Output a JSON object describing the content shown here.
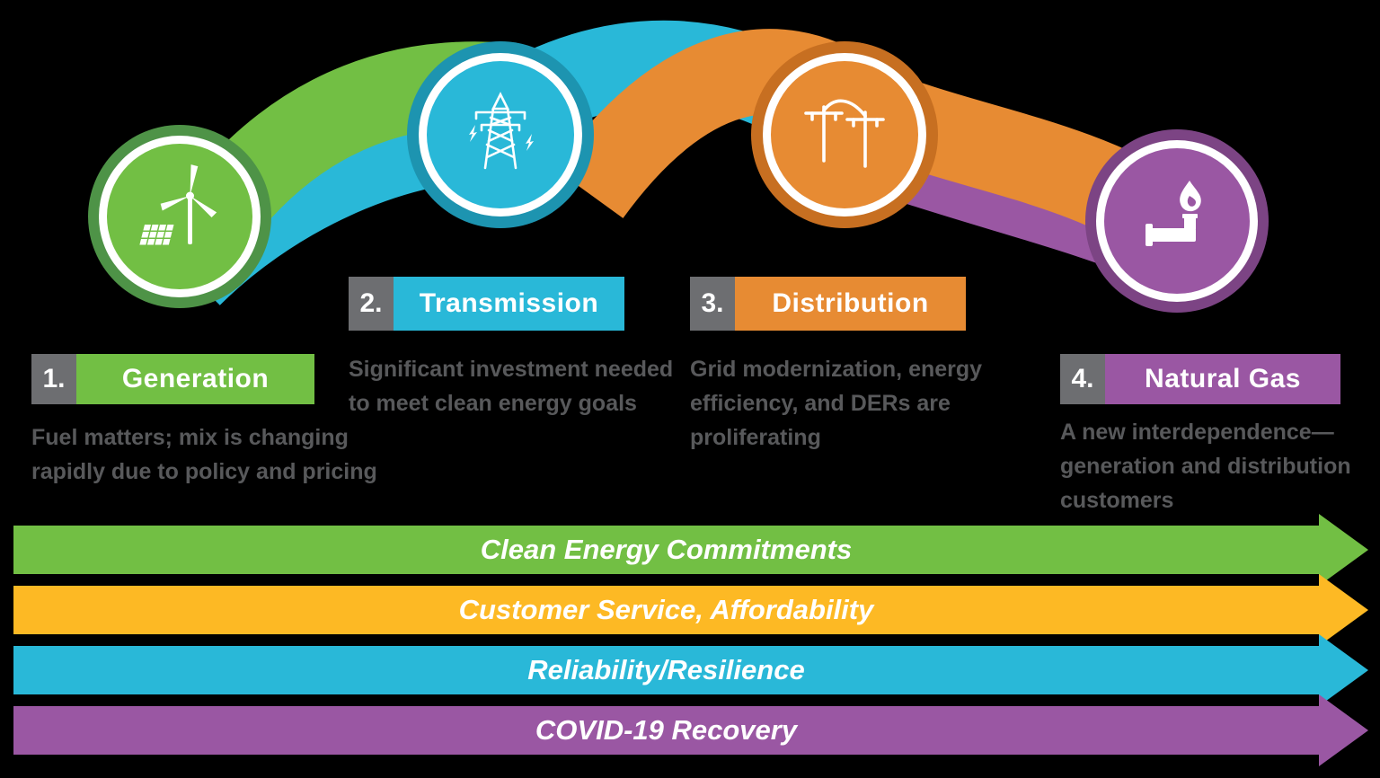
{
  "background": "#000000",
  "colors": {
    "green": "#72BF44",
    "cyan": "#29B8D8",
    "orange": "#E78B33",
    "purple": "#9A57A3",
    "yellow": "#FDB924",
    "number_badge_gray": "#6D6E71",
    "description_text": "#58595B",
    "label_text": "#FFFFFF"
  },
  "steps": [
    {
      "number": "1.",
      "title": "Generation",
      "description": "Fuel matters; mix is changing\nrapidly due to policy and pricing",
      "icon": "wind-turbine-solar-icon",
      "color": "#72BF44"
    },
    {
      "number": "2.",
      "title": "Transmission",
      "description": "Significant investment needed\nto meet clean energy goals",
      "icon": "transmission-tower-icon",
      "color": "#29B8D8"
    },
    {
      "number": "3.",
      "title": "Distribution",
      "description": "Grid modernization, energy\nefficiency, and DERs are\nproliferating",
      "icon": "distribution-poles-icon",
      "color": "#E78B33"
    },
    {
      "number": "4.",
      "title": "Natural Gas",
      "description": "A new interdependence—\ngeneration and distribution\ncustomers",
      "icon": "natural-gas-flame-icon",
      "color": "#9A57A3"
    }
  ],
  "banners": [
    {
      "label": "Clean Energy Commitments",
      "color": "#72BF44"
    },
    {
      "label": "Customer Service, Affordability",
      "color": "#FDB924"
    },
    {
      "label": "Reliability/Resilience",
      "color": "#29B8D8"
    },
    {
      "label": "COVID-19 Recovery",
      "color": "#9A57A3"
    }
  ]
}
